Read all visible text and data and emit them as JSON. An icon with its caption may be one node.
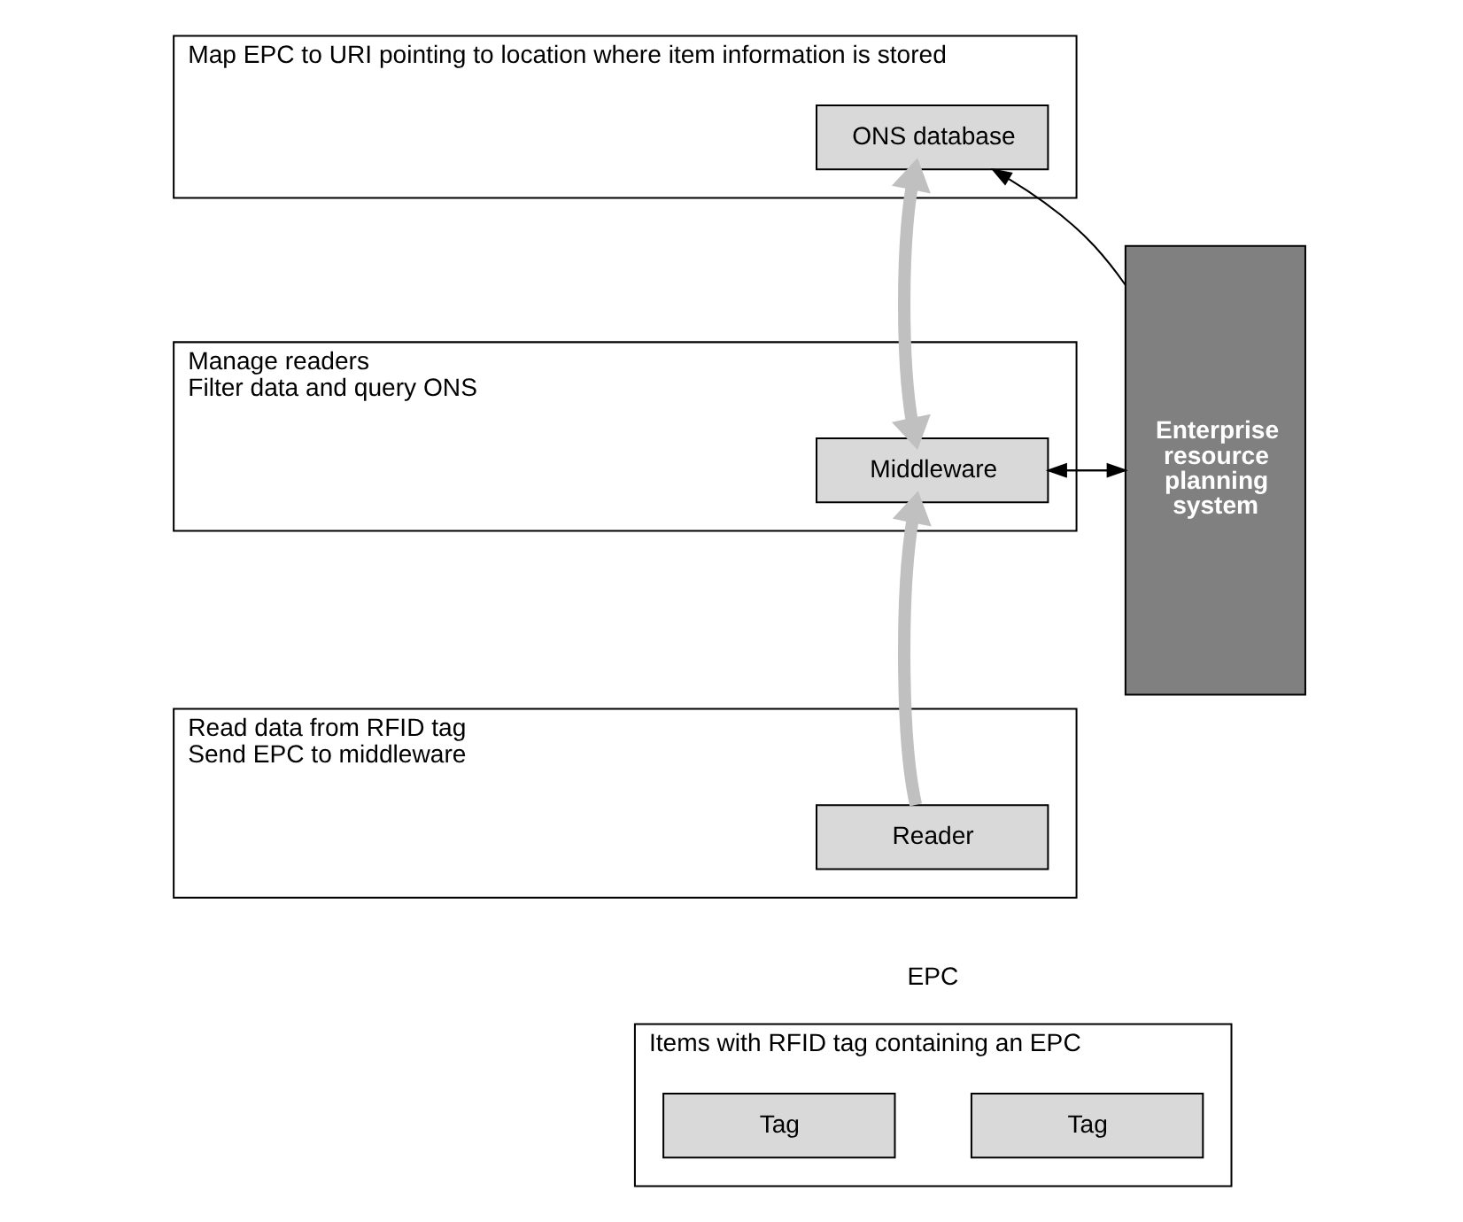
{
  "diagram": {
    "nodes": [
      {
        "text": [
          "Map EPC to URI pointing to location where item information is stored"
        ]
      },
      {
        "text": [
          "ONS database"
        ],
        "in": 0
      },
      {
        "text": [
          "Manage readers",
          "Filter data and query ONS"
        ]
      },
      {
        "text": [
          "Middleware"
        ],
        "in": 2
      },
      {
        "text": [
          "Read data from RFID tag",
          "Send EPC to middleware"
        ]
      },
      {
        "text": [
          "Reader"
        ],
        "in": 4
      },
      {
        "text": [
          "Enterprise resource planning system"
        ]
      },
      {
        "text": [
          "Items with RFID tag containing an EPC"
        ]
      },
      {
        "text": [
          "Tag"
        ],
        "in": 7
      },
      {
        "text": [
          "Tag"
        ],
        "in": 7
      }
    ],
    "edges": [
      {
        "from": 3,
        "to": 1,
        "arrow": "both",
        "style": "thick",
        "color": "#c0c0c0"
      },
      {
        "from": 5,
        "to": 3,
        "arrow": "to",
        "style": "thick",
        "color": "#c0c0c0"
      },
      {
        "from": 6,
        "to": 1,
        "arrow": "to"
      },
      {
        "from": 6,
        "to": 3,
        "arrow": "to"
      },
      {
        "from": 3,
        "to": 6,
        "arrow": "to"
      }
    ],
    "labels": [
      "EPC"
    ]
  }
}
